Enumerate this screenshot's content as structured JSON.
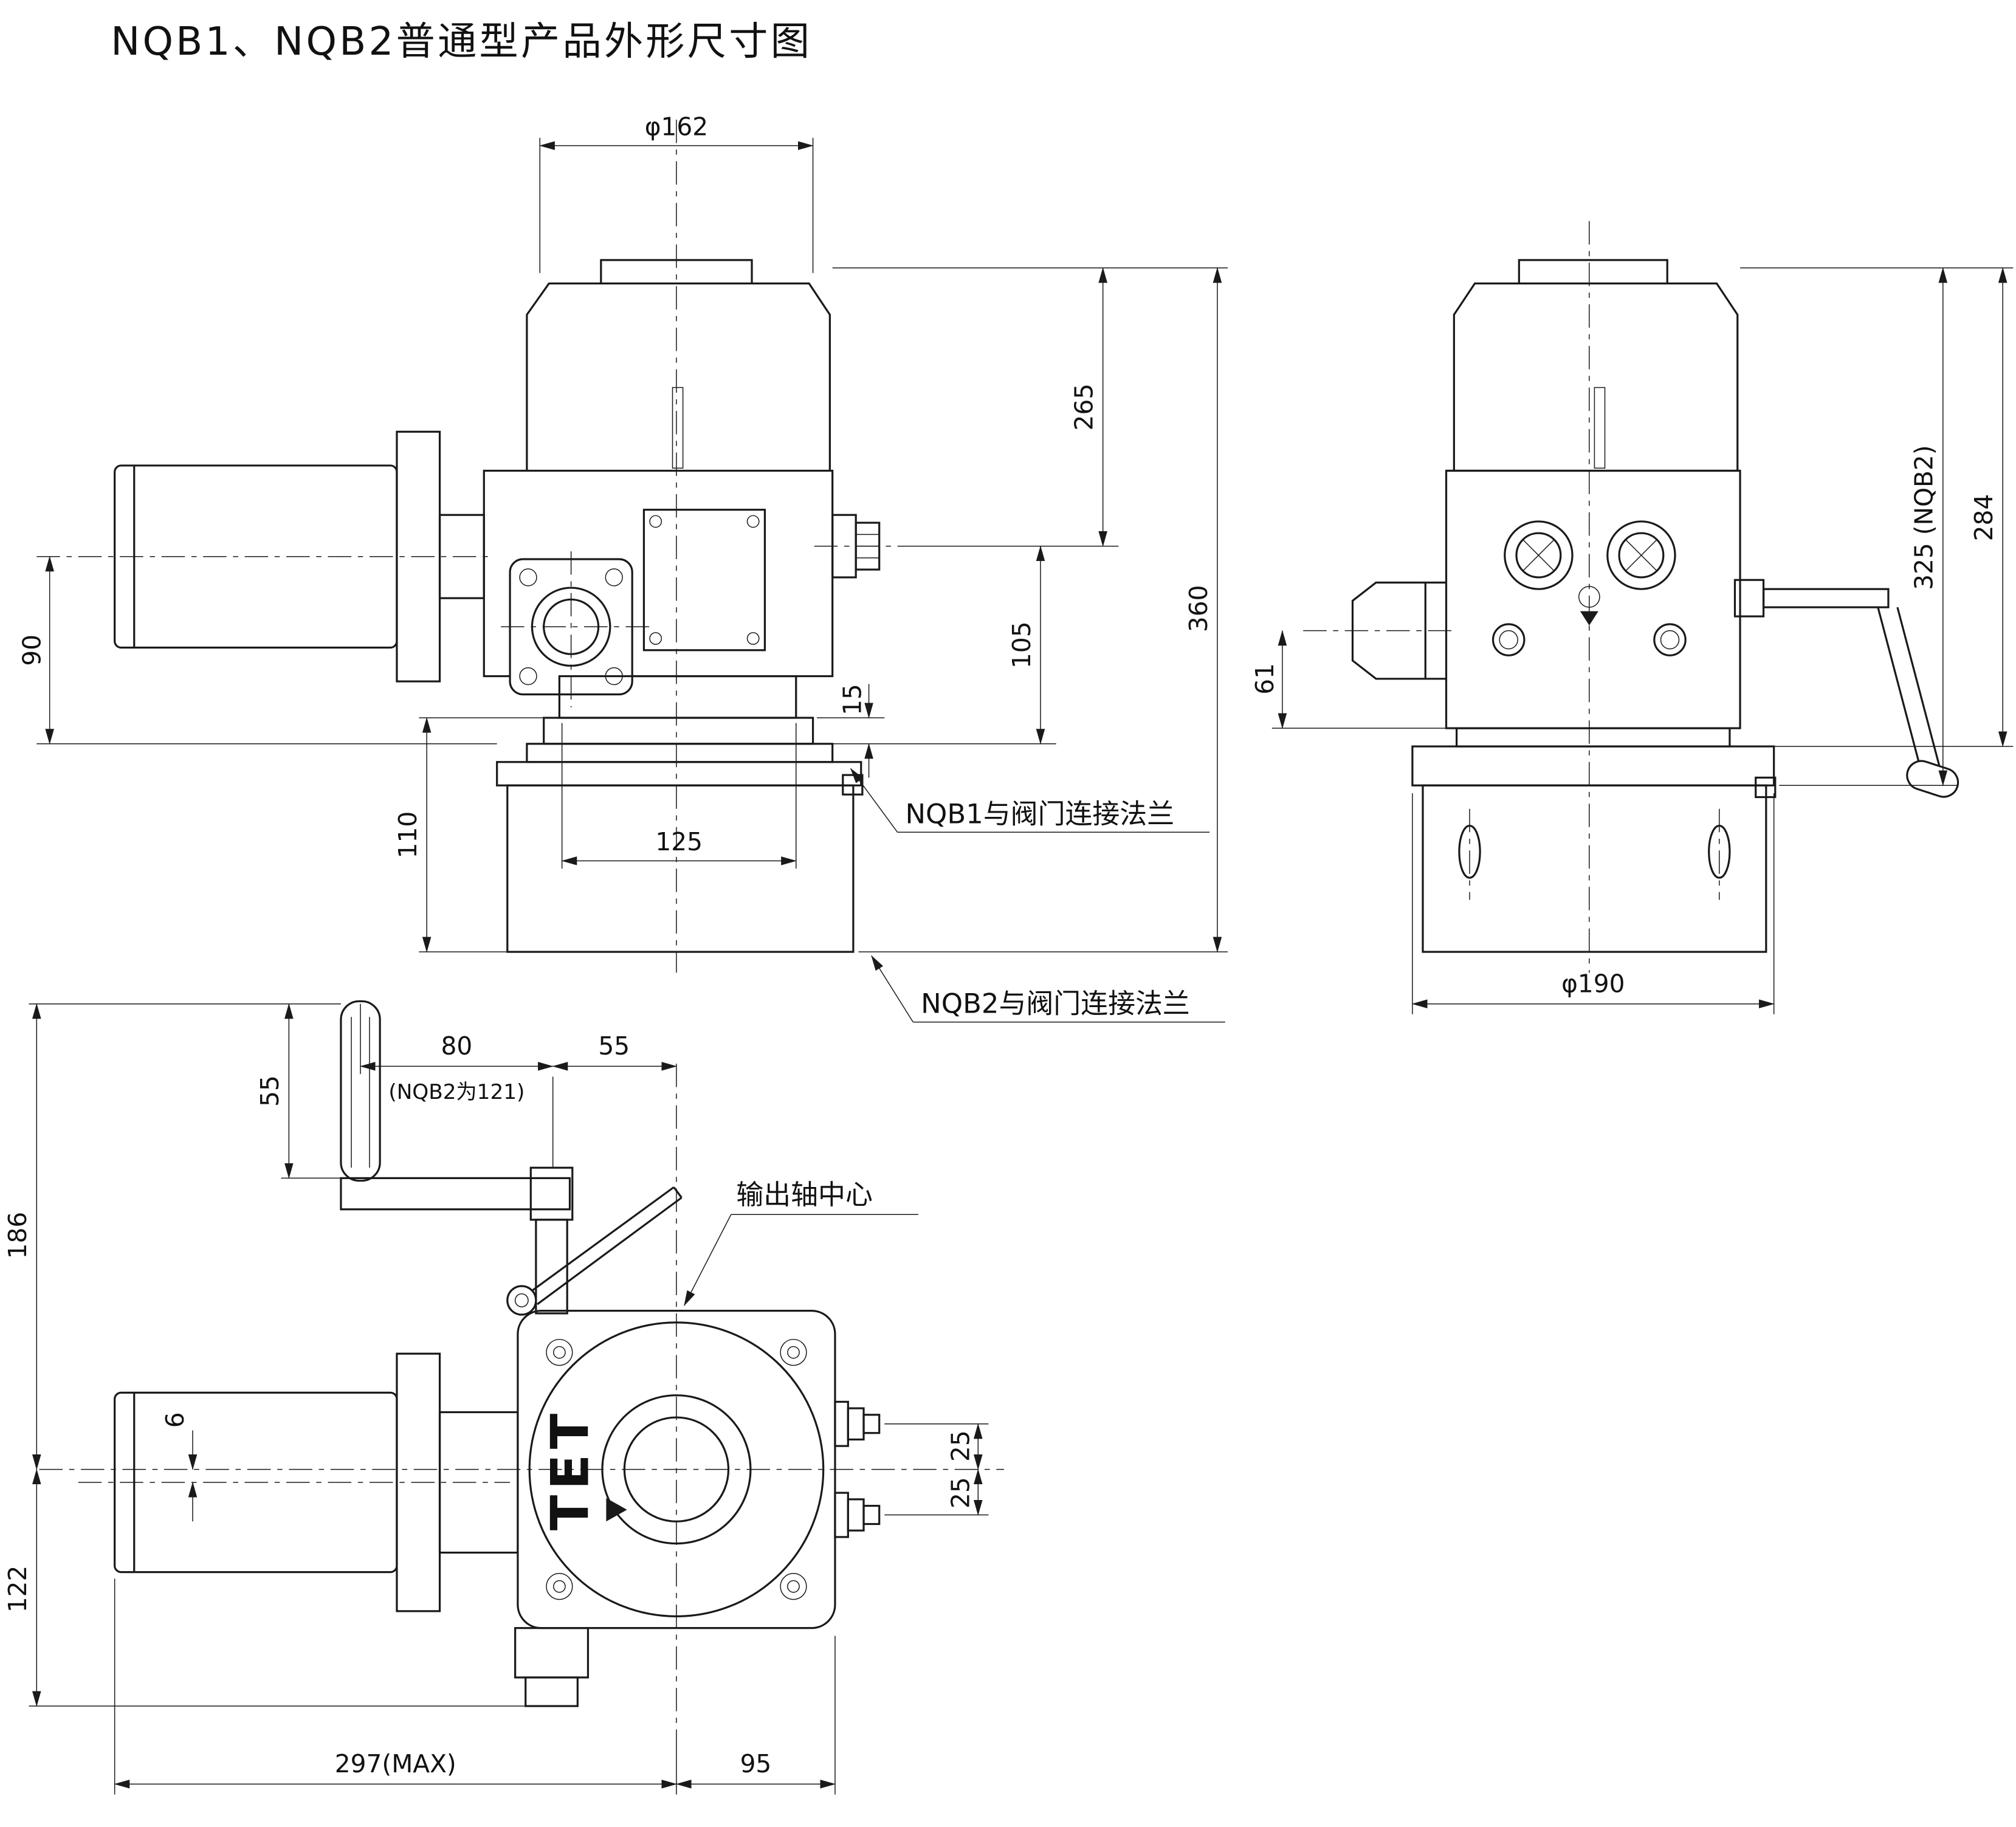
{
  "title": "NQB1、NQB2普通型产品外形尺寸图",
  "front_view": {
    "dim_dia162": "φ162",
    "dim_265": "265",
    "dim_360": "360",
    "dim_105": "105",
    "dim_15": "15",
    "dim_90": "90",
    "dim_110": "110",
    "dim_125": "125",
    "label_nqb1_flange": "NQB1与阀门连接法兰",
    "label_nqb2_flange": "NQB2与阀门连接法兰"
  },
  "side_view": {
    "dim_325": "325 (NQB2)",
    "dim_284": "284",
    "dim_61": "61",
    "dim_dia190": "φ190"
  },
  "top_view": {
    "dim_55_handle": "55",
    "dim_80": "80",
    "note_nqb2_121": "(NQB2为121)",
    "dim_55": "55",
    "dim_186": "186",
    "dim_122": "122",
    "dim_6": "6",
    "dim_25_upper": "25",
    "dim_25_lower": "25",
    "dim_297": "297(MAX)",
    "dim_95": "95",
    "label_output_center": "输出轴中心",
    "logo": "TET"
  }
}
